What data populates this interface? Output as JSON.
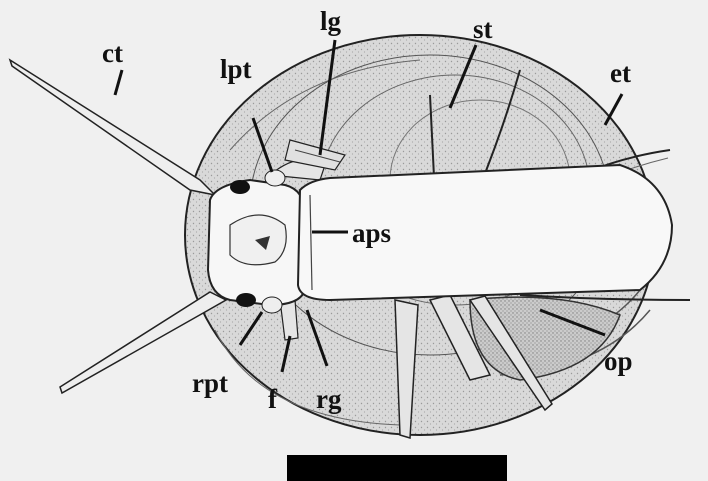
{
  "labels": {
    "ct": "ct",
    "lg": "lg",
    "st": "st",
    "lpt": "lpt",
    "et": "et",
    "aps": "aps",
    "rpt": "rpt",
    "f": "f",
    "rg": "rg",
    "op": "op"
  },
  "colors": {
    "background": "#f0f0f0",
    "ink": "#111111",
    "shell": "#cfcfcf",
    "body": "#f7f7f7",
    "scale_bar": "#000000"
  }
}
